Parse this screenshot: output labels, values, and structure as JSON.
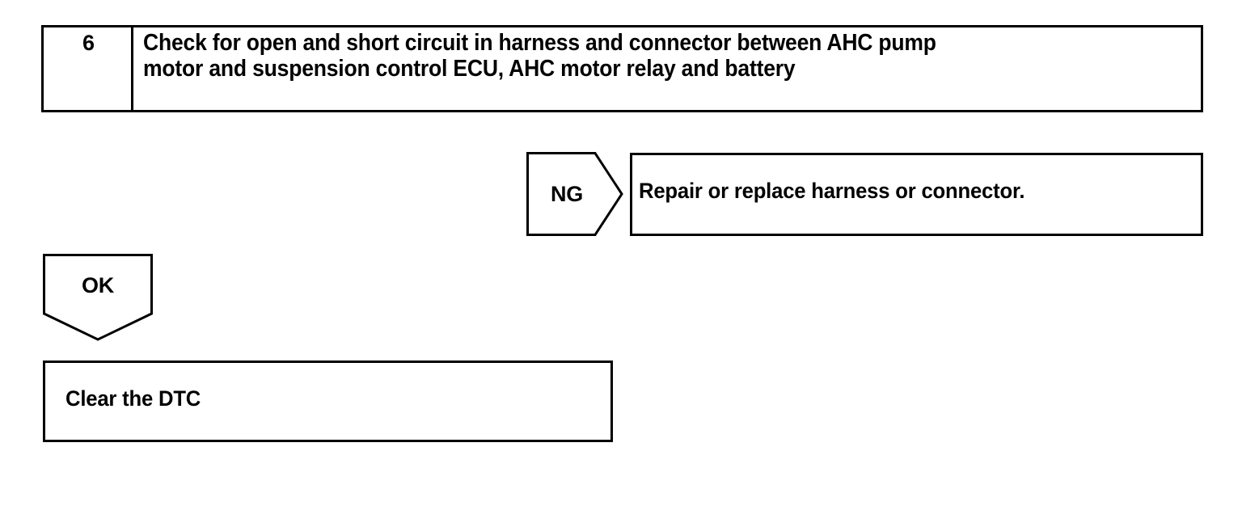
{
  "document": {
    "kind": "troubleshooting-flowchart",
    "background_color": "#ffffff",
    "line_color": "#000000"
  },
  "step": {
    "number": "6",
    "instruction": "Check for open and short circuit in harness and connector between AHC pump\nmotor and suspension control ECU, AHC motor relay and battery"
  },
  "branches": [
    {
      "result_label": "NG",
      "arrow_direction": "right",
      "action": "Repair or replace harness or connector."
    },
    {
      "result_label": "OK",
      "arrow_direction": "down",
      "action": "Clear the DTC"
    }
  ],
  "ng_branch": {
    "label": "NG",
    "action": "Repair or replace harness or connector."
  },
  "ok_branch": {
    "label": "OK",
    "action": "Clear the DTC"
  }
}
